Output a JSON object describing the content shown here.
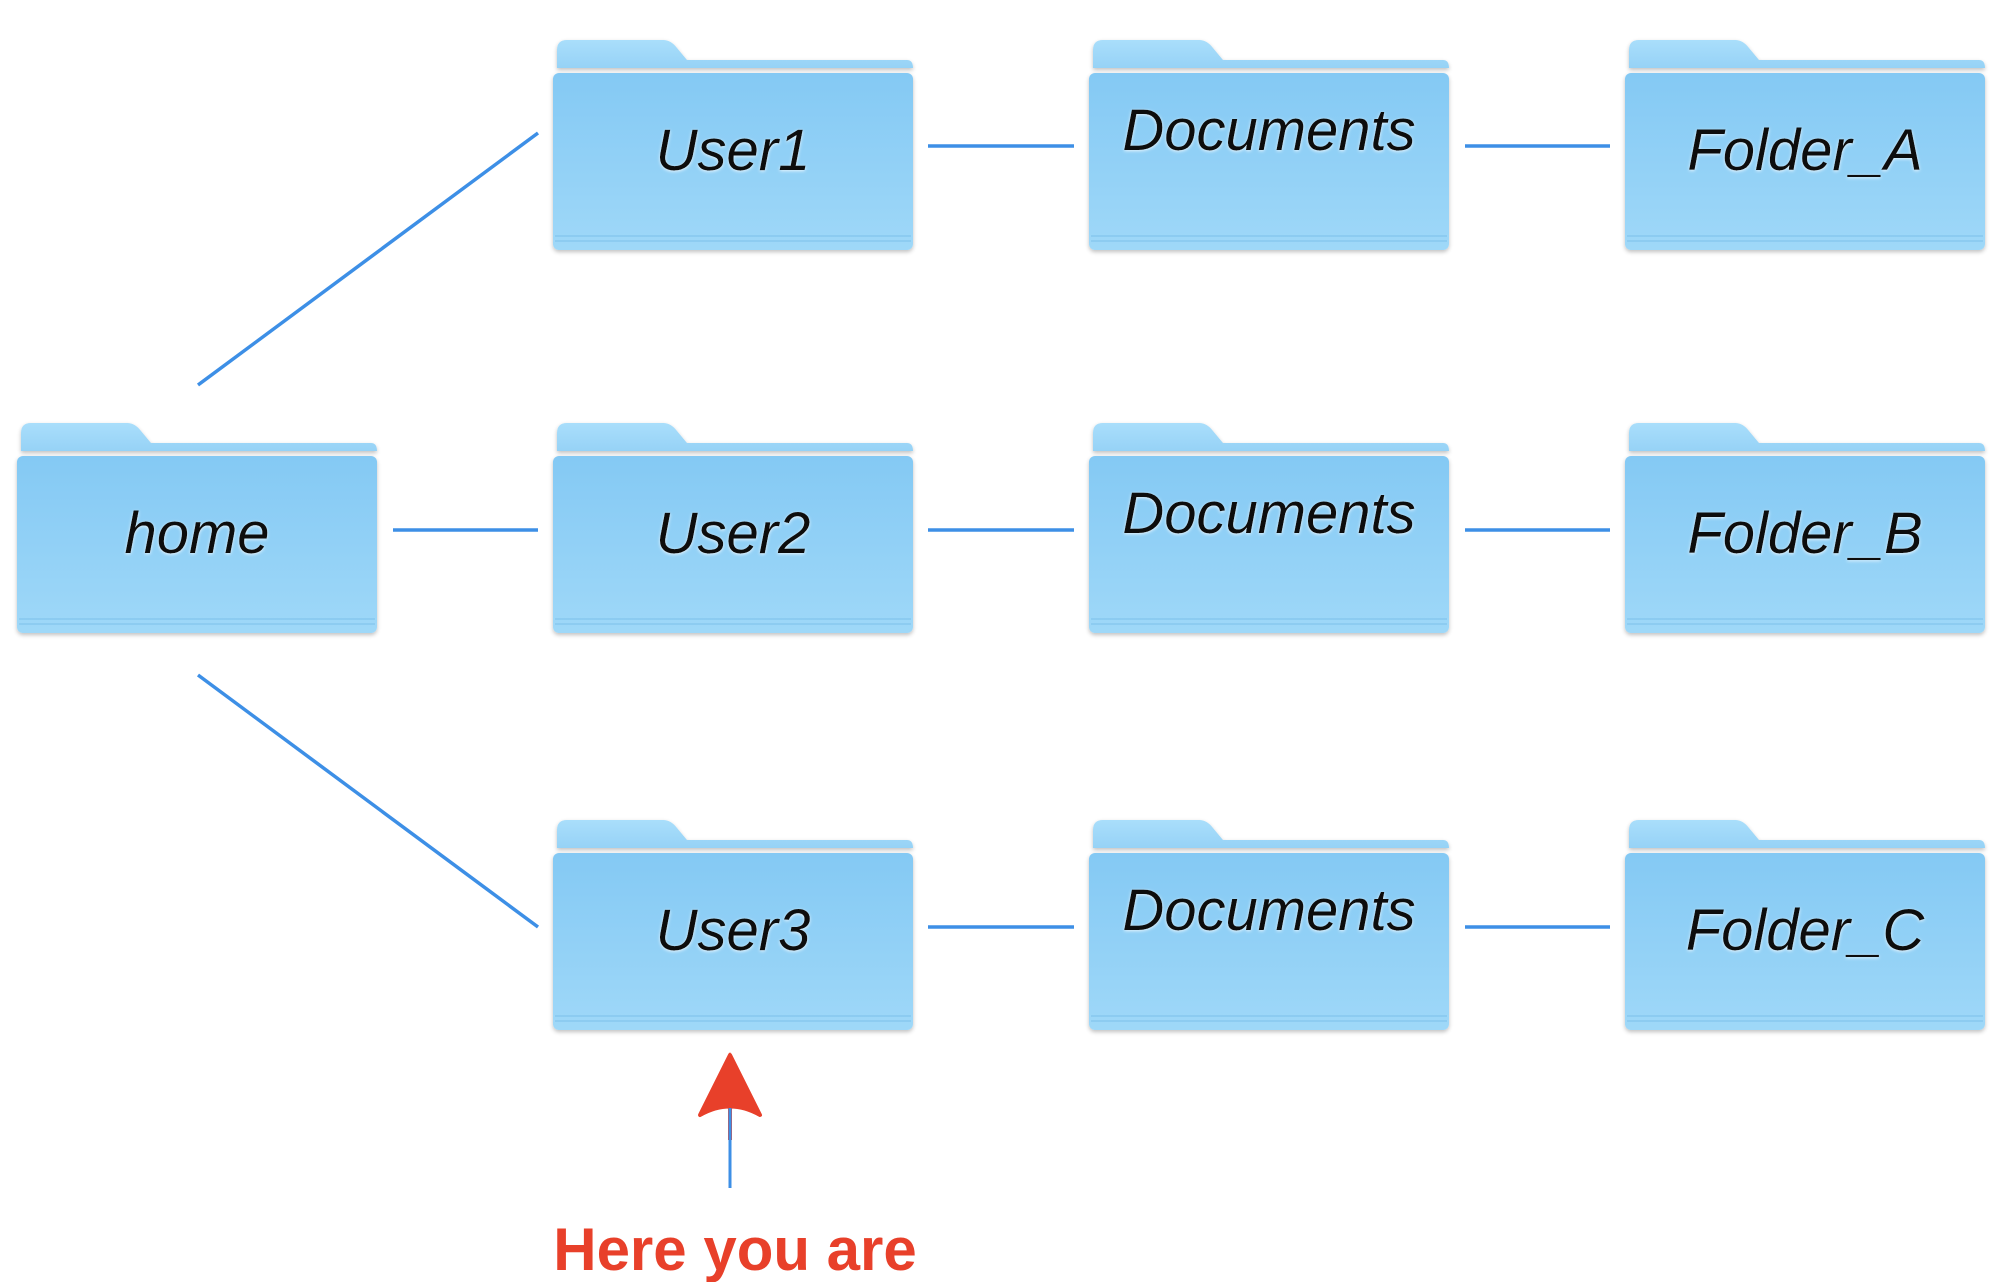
{
  "folders": {
    "root": {
      "label": "home"
    },
    "user1": {
      "label": "User1"
    },
    "user2": {
      "label": "User2"
    },
    "user3": {
      "label": "User3"
    },
    "documents1": {
      "label": "Documents"
    },
    "documents2": {
      "label": "Documents"
    },
    "documents3": {
      "label": "Documents"
    },
    "folder_a": {
      "label": "Folder_A"
    },
    "folder_b": {
      "label": "Folder_B"
    },
    "folder_c": {
      "label": "Folder_C"
    }
  },
  "connections": [
    [
      "root",
      "user1"
    ],
    [
      "root",
      "user2"
    ],
    [
      "root",
      "user3"
    ],
    [
      "user1",
      "documents1"
    ],
    [
      "documents1",
      "folder_a"
    ],
    [
      "user2",
      "documents2"
    ],
    [
      "documents2",
      "folder_b"
    ],
    [
      "user3",
      "documents3"
    ],
    [
      "documents3",
      "folder_c"
    ]
  ],
  "callout": {
    "text": "Here you are",
    "target": "user3"
  },
  "colors": {
    "folder_tab": "#a6dcfb",
    "folder_top": "#86cbf5",
    "folder_bottom": "#9ad5f7",
    "connector": "#3d8fe6",
    "callout": "#e8402a"
  }
}
